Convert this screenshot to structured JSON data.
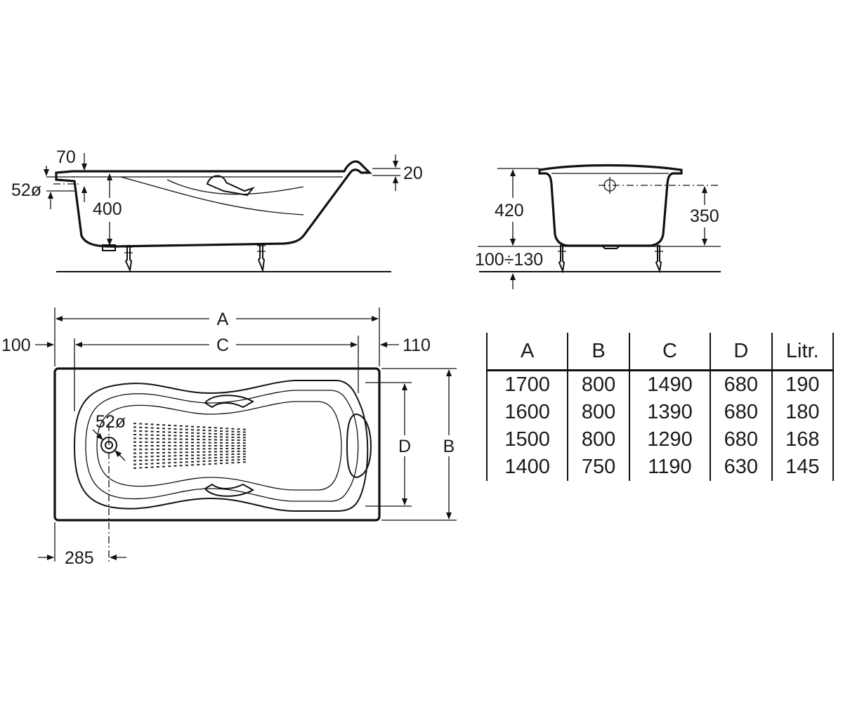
{
  "side_view": {
    "rim_depth": "70",
    "overflow_diameter": "52ø",
    "overflow_height": "400",
    "backrest_rise": "20"
  },
  "end_view": {
    "height": "420",
    "overflow_height": "350",
    "leg_range": "100÷130"
  },
  "plan_view": {
    "dim_A": "A",
    "dim_C": "C",
    "dim_B": "B",
    "dim_D": "D",
    "left_offset": "100",
    "right_offset": "110",
    "drain_offset": "285",
    "drain_diameter": "52ø"
  },
  "table": {
    "headers": [
      "A",
      "B",
      "C",
      "D",
      "Litr."
    ],
    "rows": [
      [
        "1700",
        "800",
        "1490",
        "680",
        "190"
      ],
      [
        "1600",
        "800",
        "1390",
        "680",
        "180"
      ],
      [
        "1500",
        "800",
        "1290",
        "680",
        "168"
      ],
      [
        "1400",
        "750",
        "1190",
        "630",
        "145"
      ]
    ]
  }
}
